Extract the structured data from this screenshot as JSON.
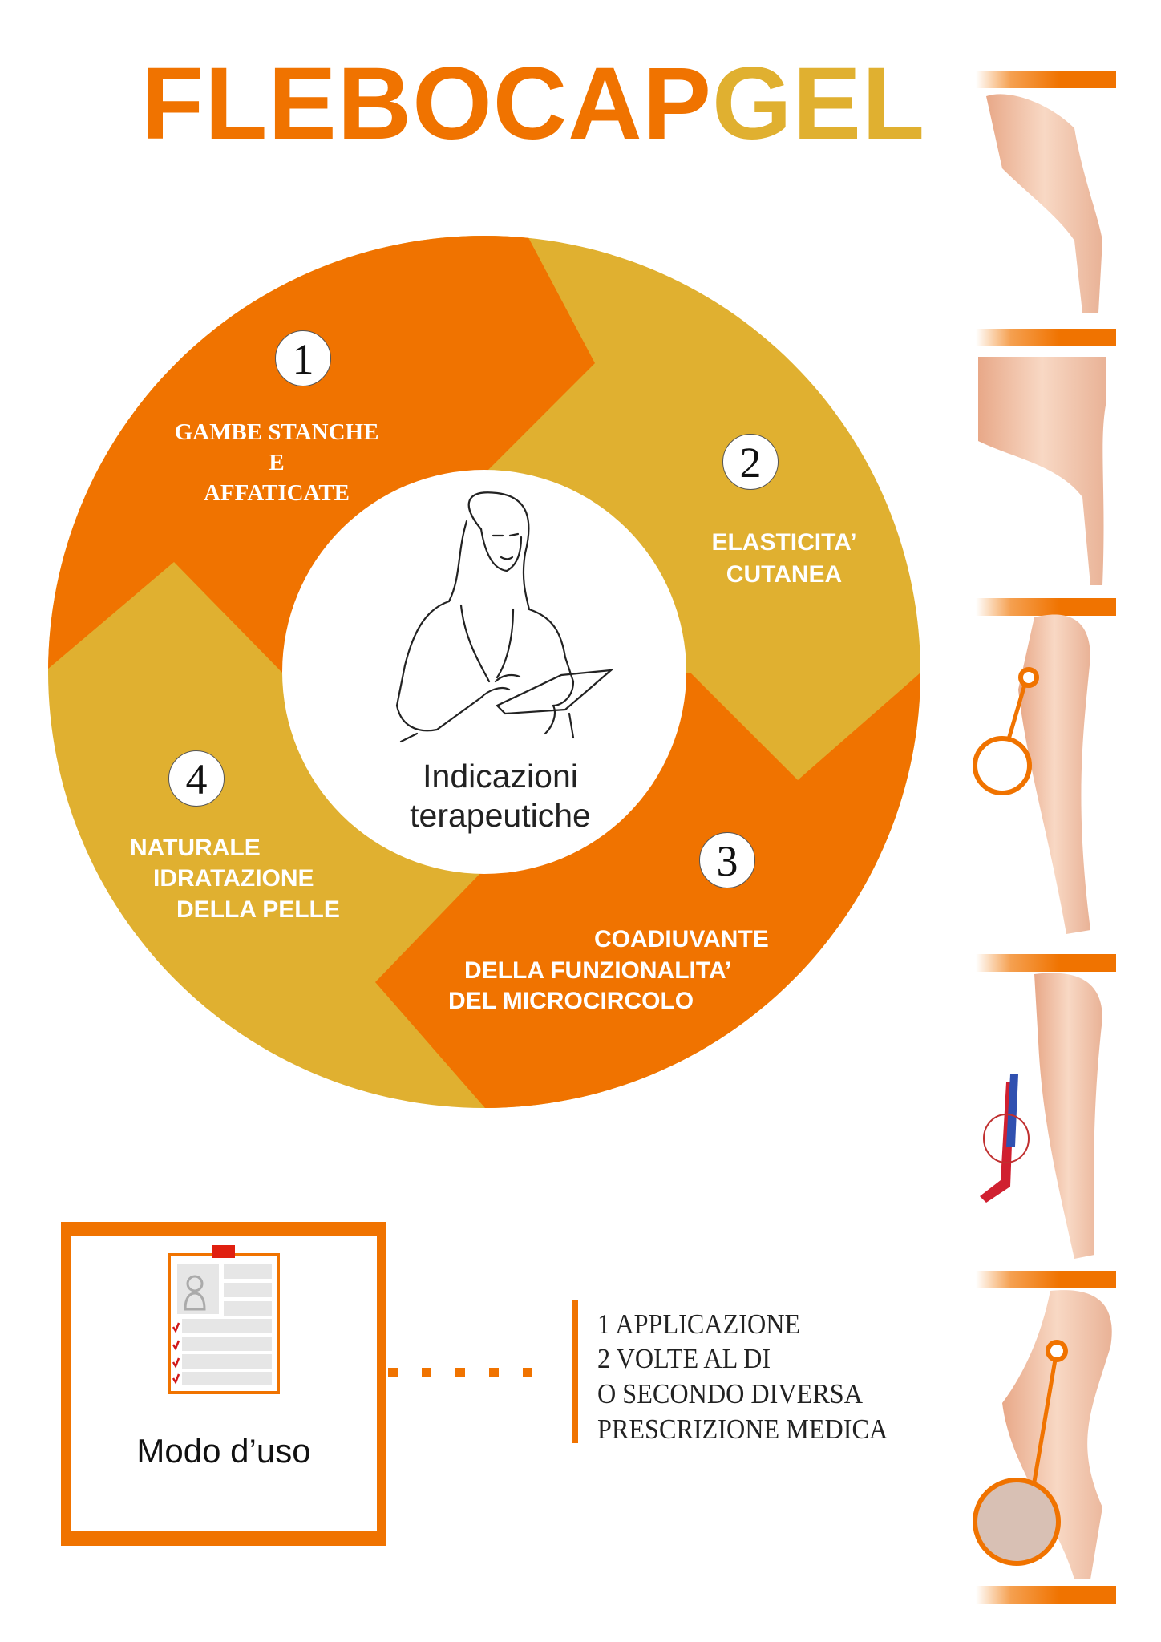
{
  "title": {
    "part1": "FLEBOCAP",
    "part2": "GEL"
  },
  "colors": {
    "orange": "#F07300",
    "yellow": "#E0B030"
  },
  "wheel": {
    "center_lines": [
      "Indicazioni",
      "terapeutiche"
    ],
    "items": [
      {
        "number": "1",
        "lines": [
          "GAMBE  STANCHE",
          "E",
          "AFFATICATE"
        ]
      },
      {
        "number": "2",
        "lines": [
          "ELASTICITA’",
          "CUTANEA"
        ]
      },
      {
        "number": "3",
        "lines": [
          "COADIUVANTE",
          "DELLA FUNZIONALITA’",
          "DEL  MICROCIRCOLO"
        ]
      },
      {
        "number": "4",
        "lines": [
          "NATURALE",
          "IDRATAZIONE",
          "DELLA  PELLE"
        ]
      }
    ]
  },
  "usage": {
    "label": "Modo d’uso",
    "icon": "clipboard-icon",
    "instructions": [
      "1 APPLICAZIONE",
      "2 VOLTE AL DI",
      "O SECONDO DIVERSA",
      "PRESCRIZIONE MEDICA"
    ]
  }
}
